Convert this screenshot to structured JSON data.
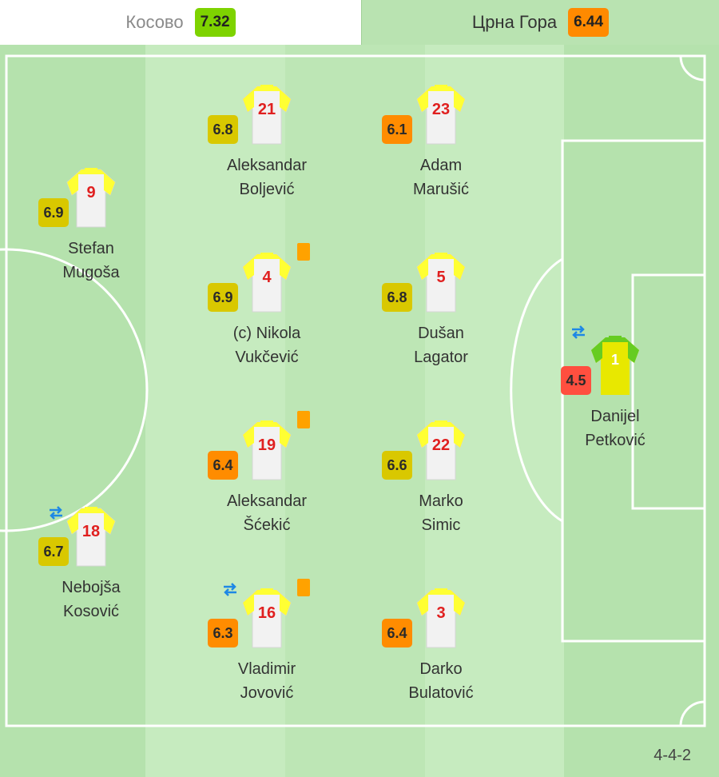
{
  "tabs": [
    {
      "name": "Косово",
      "rating": "7.32",
      "rating_color": "#7ed300",
      "selected": false
    },
    {
      "name": "Црна Гора",
      "rating": "6.44",
      "rating_color": "#ff8a00",
      "selected": true
    }
  ],
  "formation": "4-4-2",
  "colors": {
    "pitch": "#b5e2ad",
    "stripe_light": "#c6ebbf",
    "stripe_mid": "#bde6b5",
    "line": "#ffffff",
    "rating_yellow": "#d9c800",
    "rating_orange": "#ff8c00",
    "rating_red": "#ff4f3f",
    "card_yellow": "#ffa200",
    "sub_blue": "#1e88e5"
  },
  "players": [
    {
      "id": "p9",
      "number": "9",
      "name_line1": "Stefan",
      "name_line2": "Mugoša",
      "rating": "6.9",
      "rating_color": "#d9c800",
      "card": false,
      "sub": false
    },
    {
      "id": "p18",
      "number": "18",
      "name_line1": "Nebojša",
      "name_line2": "Kosović",
      "rating": "6.7",
      "rating_color": "#d9c800",
      "card": false,
      "sub": true
    },
    {
      "id": "p21",
      "number": "21",
      "name_line1": "Aleksandar",
      "name_line2": "Boljević",
      "rating": "6.8",
      "rating_color": "#d9c800",
      "card": false,
      "sub": false
    },
    {
      "id": "p4",
      "number": "4",
      "name_line1": "(c) Nikola",
      "name_line2": "Vukčević",
      "rating": "6.9",
      "rating_color": "#d9c800",
      "card": true,
      "sub": false
    },
    {
      "id": "p19",
      "number": "19",
      "name_line1": "Aleksandar",
      "name_line2": "Šćekić",
      "rating": "6.4",
      "rating_color": "#ff8c00",
      "card": true,
      "sub": false
    },
    {
      "id": "p16",
      "number": "16",
      "name_line1": "Vladimir",
      "name_line2": "Jovović",
      "rating": "6.3",
      "rating_color": "#ff8c00",
      "card": true,
      "sub": true
    },
    {
      "id": "p23",
      "number": "23",
      "name_line1": "Adam",
      "name_line2": "Marušić",
      "rating": "6.1",
      "rating_color": "#ff8c00",
      "card": false,
      "sub": false
    },
    {
      "id": "p5",
      "number": "5",
      "name_line1": "Dušan",
      "name_line2": "Lagator",
      "rating": "6.8",
      "rating_color": "#d9c800",
      "card": false,
      "sub": false
    },
    {
      "id": "p22",
      "number": "22",
      "name_line1": "Marko",
      "name_line2": "Simic",
      "rating": "6.6",
      "rating_color": "#d9c800",
      "card": false,
      "sub": false
    },
    {
      "id": "p3",
      "number": "3",
      "name_line1": "Darko",
      "name_line2": "Bulatović",
      "rating": "6.4",
      "rating_color": "#ff8c00",
      "card": false,
      "sub": false
    },
    {
      "id": "p1",
      "number": "1",
      "name_line1": "Danijel",
      "name_line2": "Petković",
      "rating": "4.5",
      "rating_color": "#ff4f3f",
      "card": false,
      "sub": true,
      "goalkeeper": true
    }
  ]
}
